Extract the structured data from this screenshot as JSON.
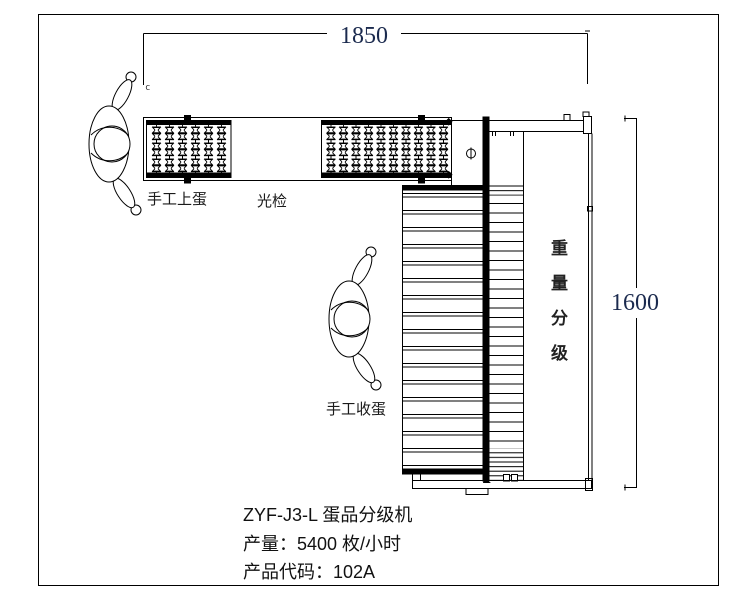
{
  "dimensions": {
    "width": "1850",
    "height": "1600"
  },
  "station_labels": {
    "manual_egg_loading": "手工上蛋",
    "candling": "光检",
    "manual_egg_collection": "手工收蛋",
    "weight_grading": "重量分级"
  },
  "marks": {
    "corner_mark": "c"
  },
  "title_block": {
    "model_line": "ZYF-J3-L 蛋品分级机",
    "capacity_line": "产量：5400 枚/小时",
    "code_line": "产品代码：102A"
  },
  "colors": {
    "line": "#000000",
    "dimension_text": "#1b2a4e",
    "label_text": "#1a1a1a",
    "background": "#ffffff"
  }
}
